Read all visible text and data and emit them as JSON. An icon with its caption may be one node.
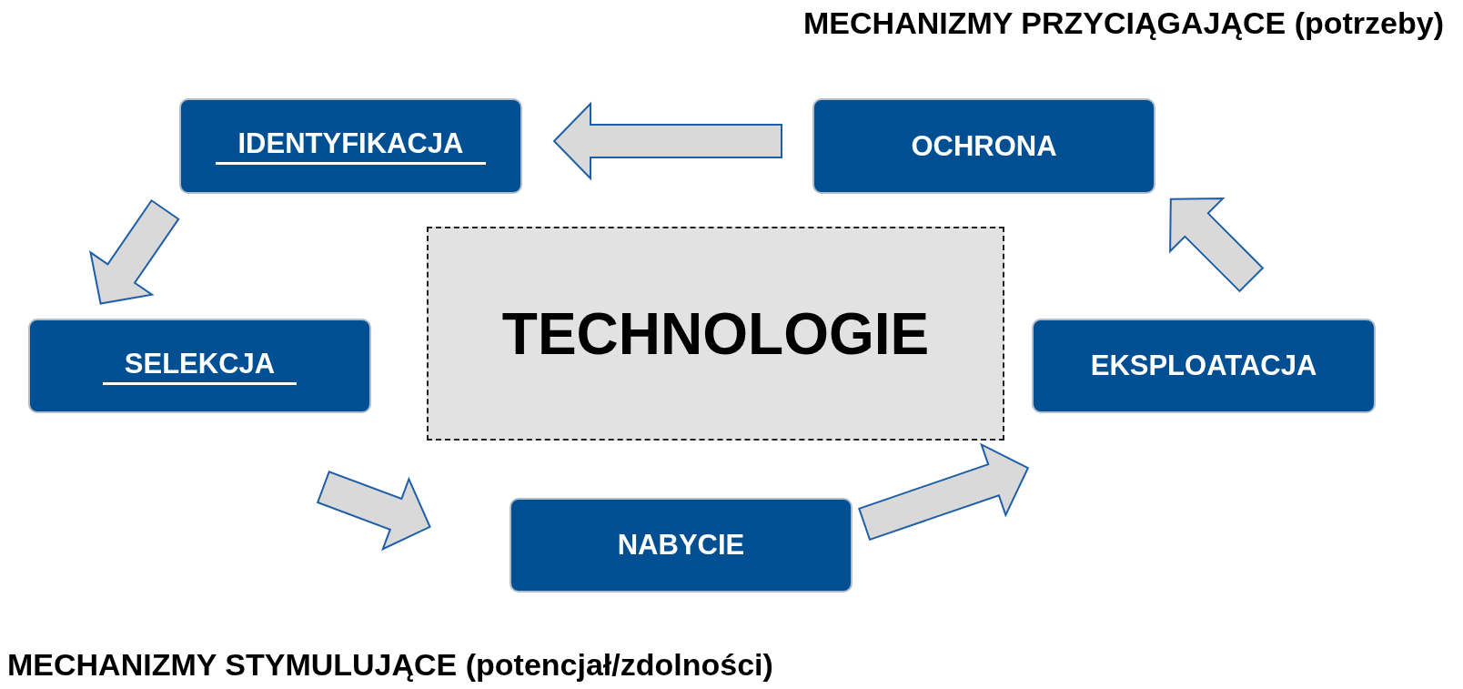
{
  "diagram": {
    "nodes": [
      {
        "text": [
          "IDENTYFIKACJA"
        ]
      },
      {
        "text": [
          "OCHRONA"
        ]
      },
      {
        "text": [
          "SELEKCJA"
        ]
      },
      {
        "text": [
          "TECHNOLOGIE"
        ]
      },
      {
        "text": [
          "EKSPLOATACJA"
        ]
      },
      {
        "text": [
          "NABYCIE"
        ]
      }
    ],
    "edges": [
      {
        "from": 1,
        "to": 0,
        "arrow": "to"
      },
      {
        "from": 0,
        "to": 2,
        "arrow": "to"
      },
      {
        "from": 2,
        "to": 5,
        "arrow": "to"
      },
      {
        "from": 5,
        "to": 4,
        "arrow": "to"
      },
      {
        "from": 4,
        "to": 1,
        "arrow": "to"
      }
    ],
    "labels": [
      "MECHANIZMY PRZYCIĄGAJĄCE (potrzeby)",
      "MECHANIZMY STYMULUJĄCE (potencjał/zdolności)"
    ]
  }
}
